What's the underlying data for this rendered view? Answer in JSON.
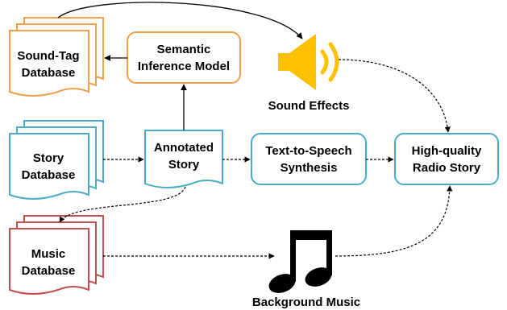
{
  "colors": {
    "orange": "#f0a04b",
    "blue": "#4aacc6",
    "red": "#c0504d",
    "speaker": "#ffc000",
    "ink": "#000000"
  },
  "nodes": {
    "sound_tag_db": {
      "line1": "Sound-Tag",
      "line2": "Database"
    },
    "semantic_model": {
      "line1": "Semantic",
      "line2": "Inference Model"
    },
    "sound_effects": {
      "label": "Sound Effects"
    },
    "story_db": {
      "line1": "Story",
      "line2": "Database"
    },
    "annotated_story": {
      "line1": "Annotated",
      "line2": "Story"
    },
    "tts": {
      "line1": "Text-to-Speech",
      "line2": "Synthesis"
    },
    "radio_story": {
      "line1": "High-quality",
      "line2": "Radio Story"
    },
    "music_db": {
      "line1": "Music",
      "line2": "Database"
    },
    "background_music": {
      "label": "Background Music"
    }
  },
  "icons": {
    "speaker": "speaker-icon",
    "music_note": "music-note-icon"
  }
}
